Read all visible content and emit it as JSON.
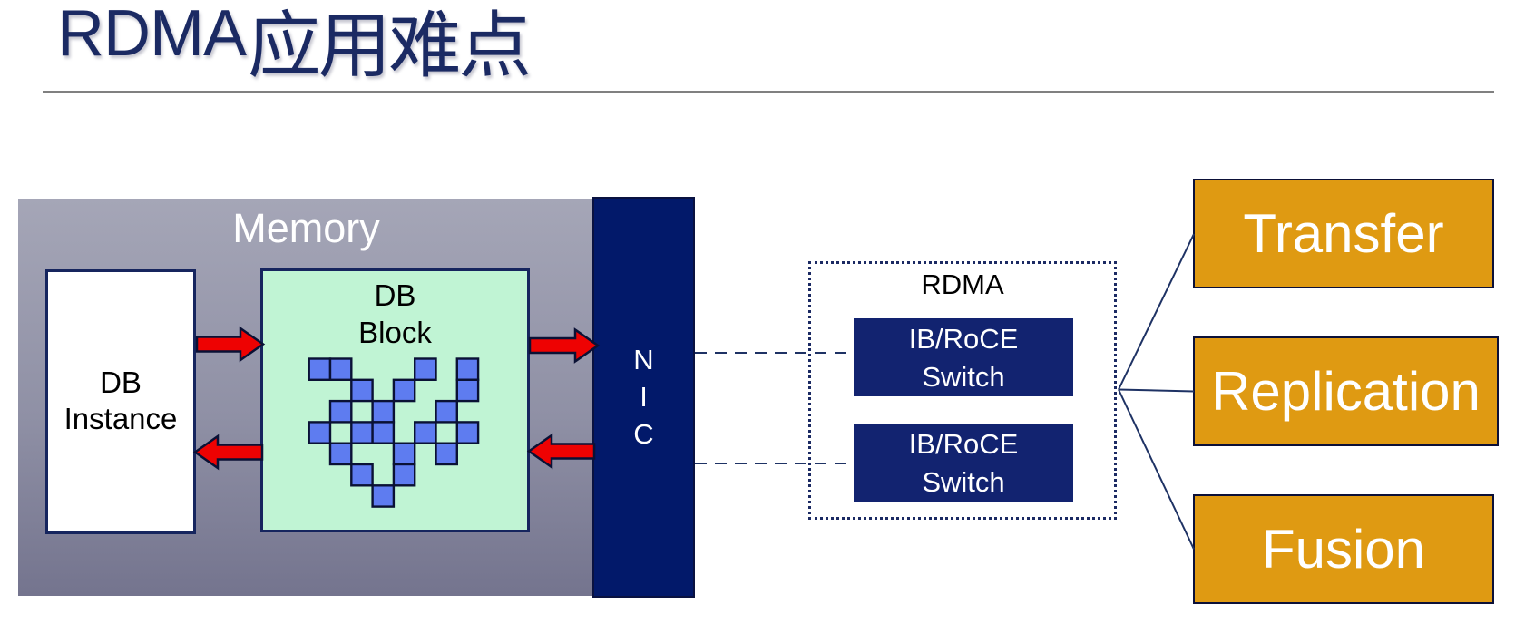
{
  "slide": {
    "title": "RDMA应用难点",
    "title_latin": "RDMA",
    "title_cjk": "应用难点"
  },
  "diagram": {
    "memory": {
      "label": "Memory"
    },
    "db_instance": {
      "line1": "DB",
      "line2": "Instance"
    },
    "db_block": {
      "line1": "DB",
      "line2": "Block",
      "pattern_cells": [
        [
          0,
          0
        ],
        [
          0,
          1
        ],
        [
          0,
          5
        ],
        [
          0,
          7
        ],
        [
          1,
          2
        ],
        [
          1,
          4
        ],
        [
          1,
          7
        ],
        [
          2,
          1
        ],
        [
          2,
          3
        ],
        [
          2,
          6
        ],
        [
          3,
          0
        ],
        [
          3,
          2
        ],
        [
          3,
          3
        ],
        [
          3,
          5
        ],
        [
          3,
          7
        ],
        [
          4,
          1
        ],
        [
          4,
          4
        ],
        [
          4,
          6
        ],
        [
          5,
          2
        ],
        [
          5,
          4
        ],
        [
          6,
          3
        ]
      ]
    },
    "nic": {
      "label": "N\nI\nC"
    },
    "rdma_group": {
      "label": "RDMA",
      "switch1": {
        "line1": "IB/RoCE",
        "line2": "Switch"
      },
      "switch2": {
        "line1": "IB/RoCE",
        "line2": "Switch"
      }
    },
    "targets": {
      "transfer": "Transfer",
      "replication": "Replication",
      "fusion": "Fusion"
    }
  },
  "colors": {
    "title_navy": "#1b2a63",
    "box_border_navy": "#16255e",
    "nic_navy": "#02196a",
    "switch_navy": "#122370",
    "memory_gray_top": "#a5a6b7",
    "memory_gray_bottom": "#74748e",
    "block_green": "#c0f4d4",
    "square_blue": "#5e7cf0",
    "arrow_red": "#ee0202",
    "target_orange": "#df9a12",
    "connector_navy": "#1e3264",
    "rule_gray": "#808080"
  }
}
